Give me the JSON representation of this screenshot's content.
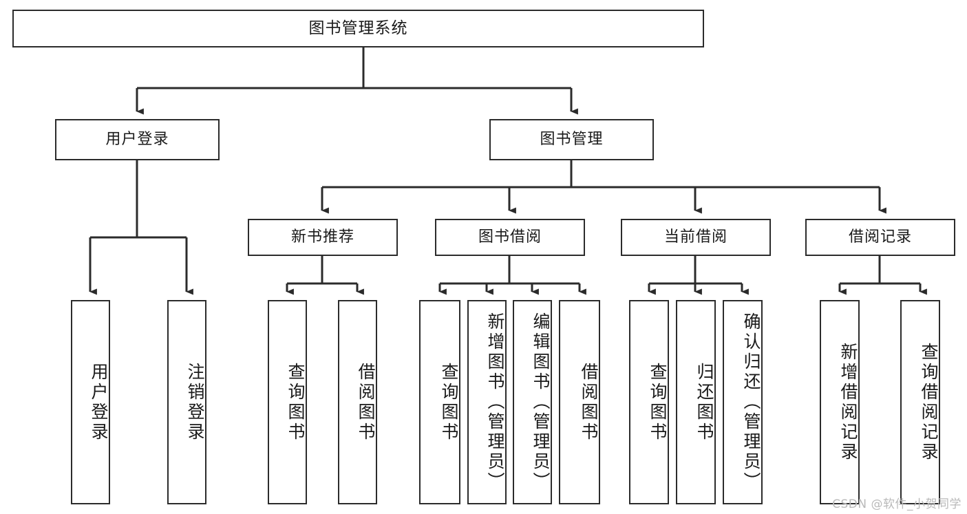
{
  "diagram": {
    "title": "图书管理系统",
    "watermark": "CSDN @软件_小贺同学",
    "line_color": "#2b2b2b",
    "box_fill": "#ffffff",
    "text_color": "#1a1a1a",
    "watermark_color": "#b9b9b9"
  },
  "nodes": {
    "root": {
      "label": "图书管理系统"
    },
    "level1": [
      {
        "label": "用户登录"
      },
      {
        "label": "图书管理"
      }
    ],
    "level2": [
      {
        "label": "新书推荐"
      },
      {
        "label": "图书借阅"
      },
      {
        "label": "当前借阅"
      },
      {
        "label": "借阅记录"
      }
    ],
    "leaves": {
      "user_login": [
        {
          "label": "用户登录"
        },
        {
          "label": "注销登录"
        }
      ],
      "new_book_recommend": [
        {
          "label": "查询图书"
        },
        {
          "label": "借阅图书"
        }
      ],
      "book_borrow": [
        {
          "label": "查询图书"
        },
        {
          "label": "新增图书（管理员）"
        },
        {
          "label": "编辑图书（管理员）"
        },
        {
          "label": "借阅图书"
        }
      ],
      "current_borrow": [
        {
          "label": "查询图书"
        },
        {
          "label": "归还图书"
        },
        {
          "label": "确认归还（管理员）"
        }
      ],
      "borrow_record": [
        {
          "label": "新增借阅记录"
        },
        {
          "label": "查询借阅记录"
        }
      ]
    }
  },
  "chart_data": {
    "type": "table",
    "title": "图书管理系统",
    "tree": [
      {
        "name": "图书管理系统",
        "children": [
          {
            "name": "用户登录",
            "children": [
              {
                "name": "用户登录"
              },
              {
                "name": "注销登录"
              }
            ]
          },
          {
            "name": "图书管理",
            "children": [
              {
                "name": "新书推荐",
                "children": [
                  {
                    "name": "查询图书"
                  },
                  {
                    "name": "借阅图书"
                  }
                ]
              },
              {
                "name": "图书借阅",
                "children": [
                  {
                    "name": "查询图书"
                  },
                  {
                    "name": "新增图书（管理员）"
                  },
                  {
                    "name": "编辑图书（管理员）"
                  },
                  {
                    "name": "借阅图书"
                  }
                ]
              },
              {
                "name": "当前借阅",
                "children": [
                  {
                    "name": "查询图书"
                  },
                  {
                    "name": "归还图书"
                  },
                  {
                    "name": "确认归还（管理员）"
                  }
                ]
              },
              {
                "name": "借阅记录",
                "children": [
                  {
                    "name": "新增借阅记录"
                  },
                  {
                    "name": "查询借阅记录"
                  }
                ]
              }
            ]
          }
        ]
      }
    ]
  }
}
